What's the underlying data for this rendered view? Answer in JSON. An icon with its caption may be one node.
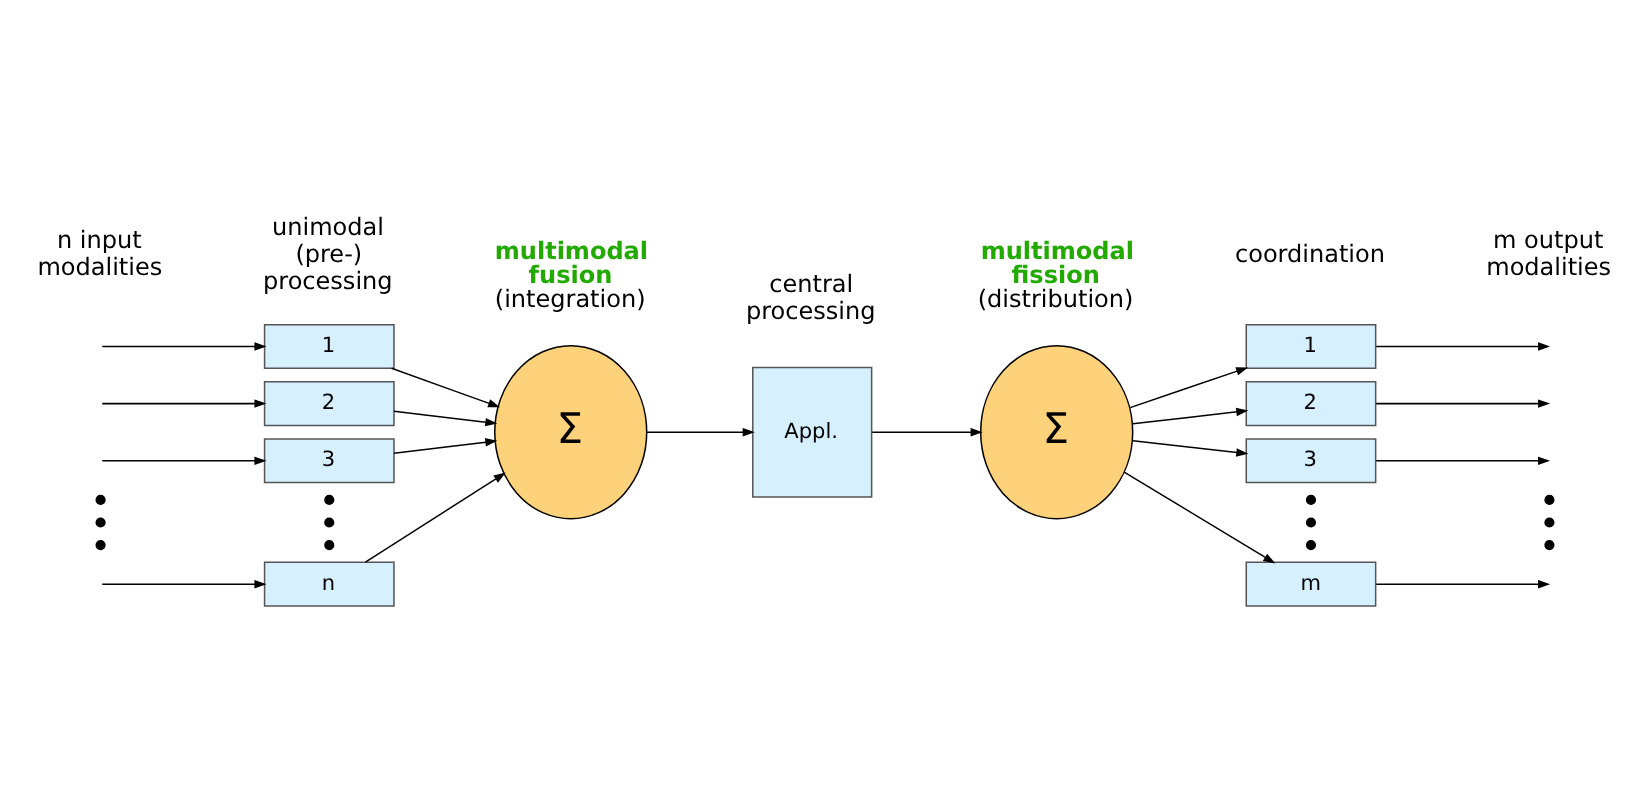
{
  "diagram": {
    "nodes": [
      {
        "text": [
          "1"
        ]
      },
      {
        "text": [
          "2"
        ]
      },
      {
        "text": [
          "3"
        ]
      },
      {
        "text": [
          "n"
        ]
      },
      {
        "text": [
          "Σ"
        ]
      },
      {
        "text": [
          "Appl."
        ]
      },
      {
        "text": [
          "Ʃ"
        ]
      },
      {
        "text": [
          "1"
        ]
      },
      {
        "text": [
          "2"
        ]
      },
      {
        "text": [
          "3"
        ]
      },
      {
        "text": [
          "m"
        ]
      }
    ],
    "edges": [
      {
        "from": null,
        "to": 0,
        "arrow": "to"
      },
      {
        "from": null,
        "to": 1,
        "arrow": "to"
      },
      {
        "from": null,
        "to": 2,
        "arrow": "to"
      },
      {
        "from": null,
        "to": 3,
        "arrow": "to"
      },
      {
        "from": 0,
        "to": 4,
        "arrow": "to"
      },
      {
        "from": 1,
        "to": 4,
        "arrow": "to"
      },
      {
        "from": 2,
        "to": 4,
        "arrow": "to"
      },
      {
        "from": 3,
        "to": 4,
        "arrow": "to"
      },
      {
        "from": 4,
        "to": 5,
        "arrow": "to"
      },
      {
        "from": 5,
        "to": 6,
        "arrow": "to"
      },
      {
        "from": 6,
        "to": 7,
        "arrow": "to"
      },
      {
        "from": 6,
        "to": 8,
        "arrow": "to"
      },
      {
        "from": 6,
        "to": 9,
        "arrow": "to"
      },
      {
        "from": 6,
        "to": 10,
        "arrow": "to"
      },
      {
        "from": 7,
        "to": null,
        "arrow": "to"
      },
      {
        "from": 8,
        "to": null,
        "arrow": "to"
      },
      {
        "from": 9,
        "to": null,
        "arrow": "to"
      },
      {
        "from": 10,
        "to": null,
        "arrow": "to"
      }
    ],
    "labels": [
      "n input modalities",
      "unimodal (pre-) processing",
      "**multimodal fusion** (integration)",
      "central processing",
      "**multimodal fission** (distribution)",
      "coordination",
      "m output modalities"
    ]
  }
}
